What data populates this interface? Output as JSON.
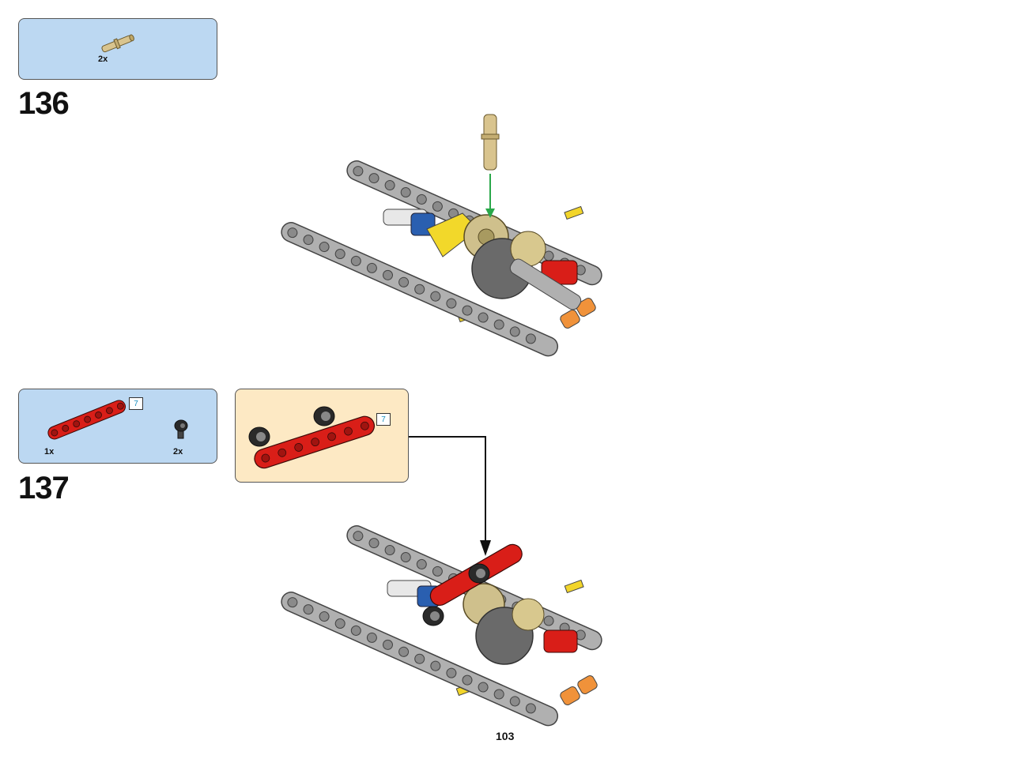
{
  "page_number": "103",
  "steps": [
    {
      "number": "136",
      "parts": [
        {
          "icon": "tan-connector-pin-icon",
          "qty": "2x",
          "color": "#d9c48e"
        }
      ]
    },
    {
      "number": "137",
      "parts": [
        {
          "icon": "red-beam-7-icon",
          "qty": "1x",
          "length": "7",
          "color": "#d91e18"
        },
        {
          "icon": "black-pin-with-bush-icon",
          "qty": "2x",
          "color": "#2a2a2a"
        }
      ],
      "subassembly": {
        "length": "7"
      }
    }
  ],
  "colors": {
    "parts_box": "#bcd8f2",
    "subassembly_box": "#fde9c4",
    "beam_gray": "#a8a8a8",
    "red": "#d91e18",
    "green_arrow": "#2aa84a"
  }
}
